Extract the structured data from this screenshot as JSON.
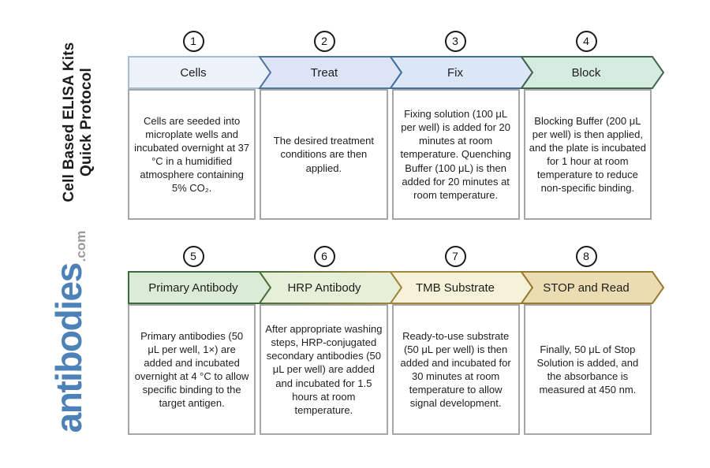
{
  "branding": {
    "title_line1": "Cell Based ELISA Kits",
    "title_line2": "Quick Protocol",
    "logo_main": "antibodies",
    "logo_suffix": ".com",
    "logo_color": "#4d82b8",
    "logo_suffix_color": "#9b9b9b"
  },
  "rows": [
    {
      "steps": [
        {
          "number": "1",
          "label": "Cells",
          "fill": "#edf2f8",
          "border": "#a7bcd1",
          "description": "Cells are seeded into microplate wells and incubated overnight at 37 °C in a humidified atmosphere containing 5% CO₂."
        },
        {
          "number": "2",
          "label": "Treat",
          "fill": "#dde4f6",
          "border": "#4d79a4",
          "description": "The desired treatment conditions are then applied."
        },
        {
          "number": "3",
          "label": "Fix",
          "fill": "#dbe6f6",
          "border": "#42719f",
          "description": "Fixing solution (100 μL per well) is added for 20 minutes at room temperature. Quenching Buffer (100 μL) is then added for 20 minutes at room temperature."
        },
        {
          "number": "4",
          "label": "Block",
          "fill": "#d5ece1",
          "border": "#44654f",
          "description": "Blocking Buffer (200 μL per well) is then applied, and the plate is incubated for 1 hour at room temperature to reduce non-specific binding."
        }
      ]
    },
    {
      "steps": [
        {
          "number": "5",
          "label": "Primary Antibody",
          "fill": "#dbecd6",
          "border": "#3c6b3f",
          "description": "Primary antibodies (50 μL per well, 1×) are added and incubated overnight at 4 °C to allow specific binding to the target antigen."
        },
        {
          "number": "6",
          "label": "HRP Antibody",
          "fill": "#e6f0d8",
          "border_from": "#4c703c",
          "border_to": "#a2873c",
          "description": "After appropriate washing steps, HRP-conjugated secondary antibodies (50 μL per well) are added and incubated for 1.5 hours at room temperature."
        },
        {
          "number": "7",
          "label": "TMB Substrate",
          "fill": "#f5f2d8",
          "border": "#a1873c",
          "description": "Ready-to-use substrate (50 μL per well) is then added and incubated for 30 minutes at room temperature to allow signal development."
        },
        {
          "number": "8",
          "label": "STOP and Read",
          "fill": "#ebddb1",
          "border": "#997a2f",
          "description": "Finally, 50 μL of Stop Solution is added, and the absorbance is measured at 450 nm."
        }
      ]
    }
  ]
}
